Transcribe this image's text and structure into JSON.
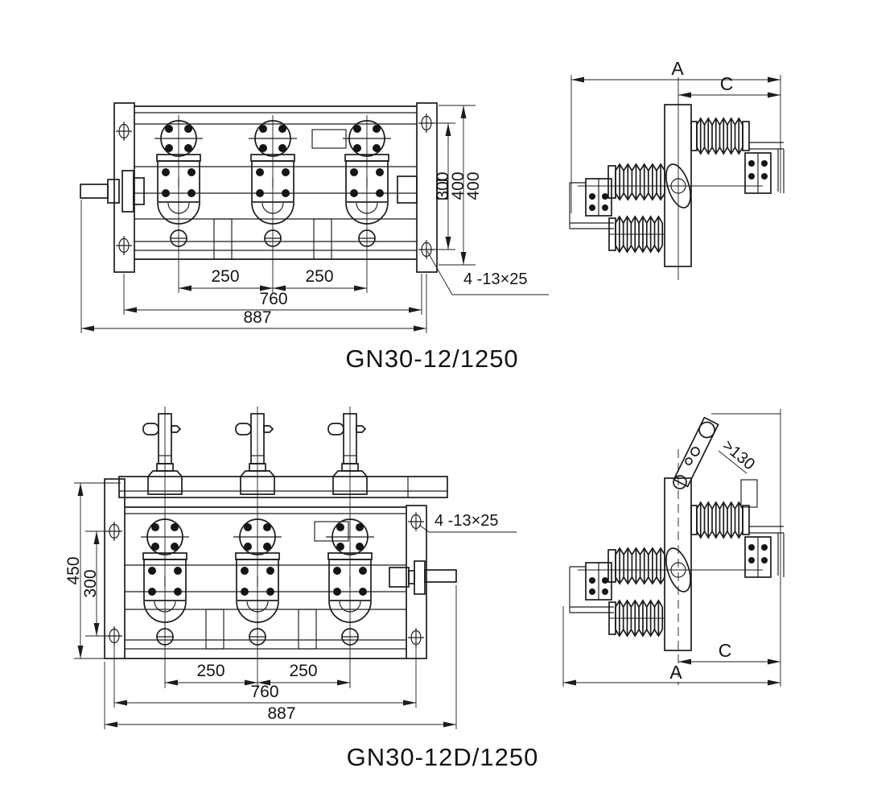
{
  "page": {
    "background": "#ffffff",
    "ink": "#1c1c1c"
  },
  "top": {
    "title": "GN30-12/1250",
    "front": {
      "dim_250_left": "250",
      "dim_250_right": "250",
      "dim_760": "760",
      "dim_887": "887",
      "dim_300": "300",
      "dim_400_inner": "400",
      "dim_400_outer": "400",
      "hole_note": "4  -13×25"
    },
    "side": {
      "dim_a": "A",
      "dim_c": "C"
    }
  },
  "bottom": {
    "title": "GN30-12D/1250",
    "front": {
      "dim_250_left": "250",
      "dim_250_right": "250",
      "dim_760": "760",
      "dim_887": "887",
      "dim_450": "450",
      "dim_300": "300",
      "hole_note": "4  -13×25"
    },
    "side": {
      "dim_a": "A",
      "dim_c": "C",
      "angle_note": ">130"
    }
  }
}
